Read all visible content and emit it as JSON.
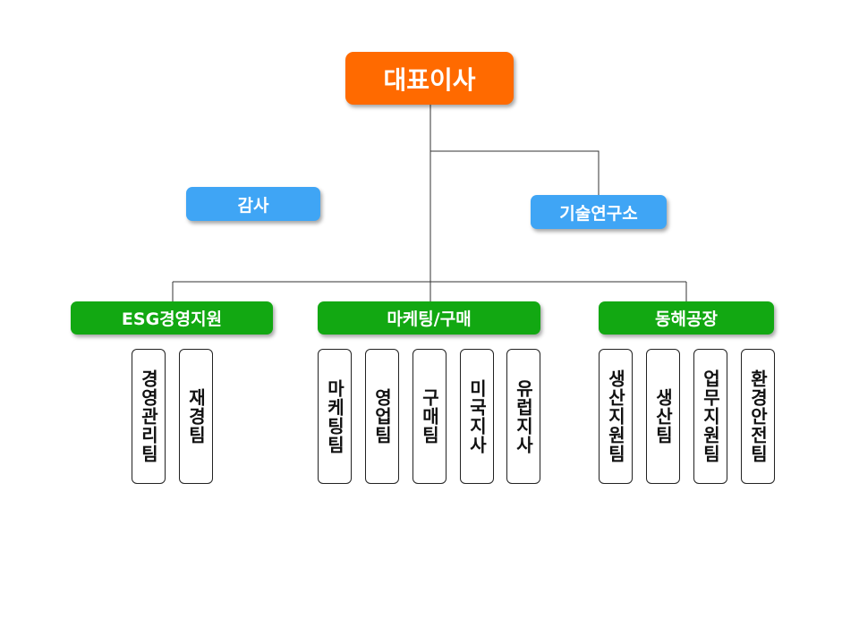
{
  "ceo": "대표이사",
  "staff": {
    "audit": "감사",
    "lab": "기술연구소"
  },
  "divisions": [
    {
      "label": "ESG경영지원",
      "teams": [
        "경영관리팀",
        "재경팀"
      ]
    },
    {
      "label": "마케팅/구매",
      "teams": [
        "마케팅팀",
        "영업팀",
        "구매팀",
        "미국지사",
        "유럽지사"
      ]
    },
    {
      "label": "동해공장",
      "teams": [
        "생산지원팀",
        "생산팀",
        "업무지원팀",
        "환경안전팀"
      ]
    }
  ],
  "colors": {
    "ceo": "#ff6a00",
    "staff": "#3fa5f5",
    "division": "#12a812",
    "line": "#333333"
  }
}
